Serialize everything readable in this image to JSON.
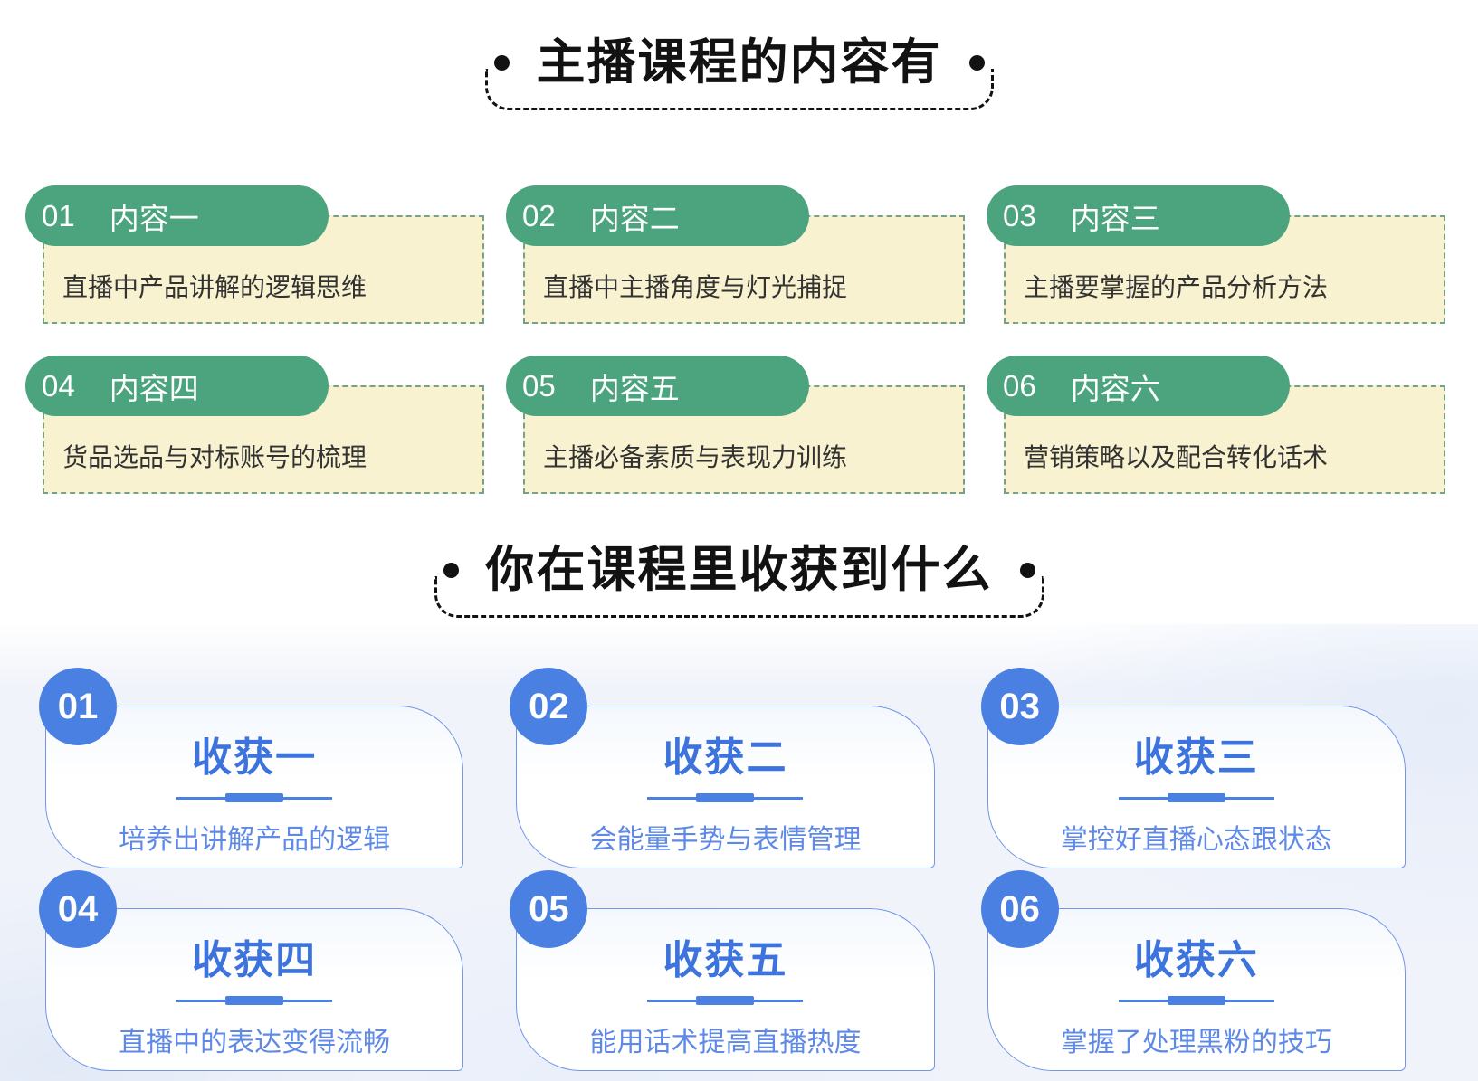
{
  "colors": {
    "green": "#4BA47D",
    "yellow_bg": "#F9F2D0",
    "yellow_border": "#74A289",
    "blue": "#4B80E3",
    "card_border": "#7096E8",
    "title_blue": "#3C73DD",
    "body_blue": "#5E89E6",
    "ink": "#121212"
  },
  "icons": {
    "bullet_dot": "filled black circle decoration beside section titles"
  },
  "section1": {
    "title": "主播课程的内容有",
    "items": [
      {
        "num": "01",
        "label": "内容一",
        "desc": "直播中产品讲解的逻辑思维"
      },
      {
        "num": "02",
        "label": "内容二",
        "desc": "直播中主播角度与灯光捕捉"
      },
      {
        "num": "03",
        "label": "内容三",
        "desc": "主播要掌握的产品分析方法"
      },
      {
        "num": "04",
        "label": "内容四",
        "desc": "货品选品与对标账号的梳理"
      },
      {
        "num": "05",
        "label": "内容五",
        "desc": "主播必备素质与表现力训练"
      },
      {
        "num": "06",
        "label": "内容六",
        "desc": "营销策略以及配合转化话术"
      }
    ]
  },
  "section2": {
    "title": "你在课程里收获到什么",
    "items": [
      {
        "num": "01",
        "label": "收获一",
        "desc": "培养出讲解产品的逻辑"
      },
      {
        "num": "02",
        "label": "收获二",
        "desc": "会能量手势与表情管理"
      },
      {
        "num": "03",
        "label": "收获三",
        "desc": "掌控好直播心态跟状态"
      },
      {
        "num": "04",
        "label": "收获四",
        "desc": "直播中的表达变得流畅"
      },
      {
        "num": "05",
        "label": "收获五",
        "desc": "能用话术提高直播热度"
      },
      {
        "num": "06",
        "label": "收获六",
        "desc": "掌握了处理黑粉的技巧"
      }
    ]
  }
}
